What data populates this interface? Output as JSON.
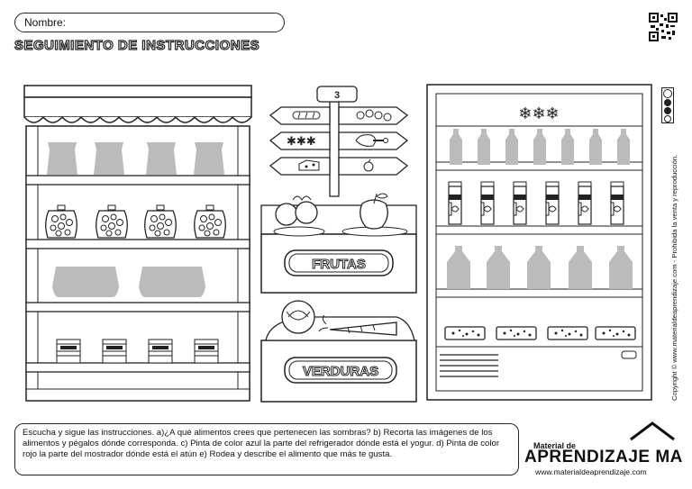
{
  "header": {
    "name_label": "Nombre:",
    "title": "SEGUIMIENTO DE INSTRUCCIONES"
  },
  "icons": {
    "qr": "qr-code-icon",
    "cc": "creative-commons-icon"
  },
  "sign": {
    "number": "3",
    "arrows": [
      "bread-icon",
      "cookies-icon",
      "snowflakes-icon",
      "ham-icon",
      "cheese-icon",
      "apple-icon"
    ]
  },
  "labels": {
    "fruits": "FRUTAS",
    "vegetables": "VERDURAS"
  },
  "fridge": {
    "top_symbol": "❄❄❄"
  },
  "copyright": "Copyright © www.materialdeaprendizaje.com - Prohibida la venta y reproducción.",
  "instructions": "Escucha y sigue las instrucciones.  a)¿A qué alimentos crees que pertenecen las sombras? b) Recorta las imágenes de los alimentos y pégalos dónde corresponda. c) Pinta de color azul la parte del refrigerador dónde está el yogur. d) Pinta de color rojo la parte del mostrador dónde está el atún e) Rodea y describe el alimento que más te gusta.",
  "brand": {
    "small": "Material de",
    "big": "APRENDIZAJE MA",
    "url": "www.materialdeaprendizaje.com"
  }
}
